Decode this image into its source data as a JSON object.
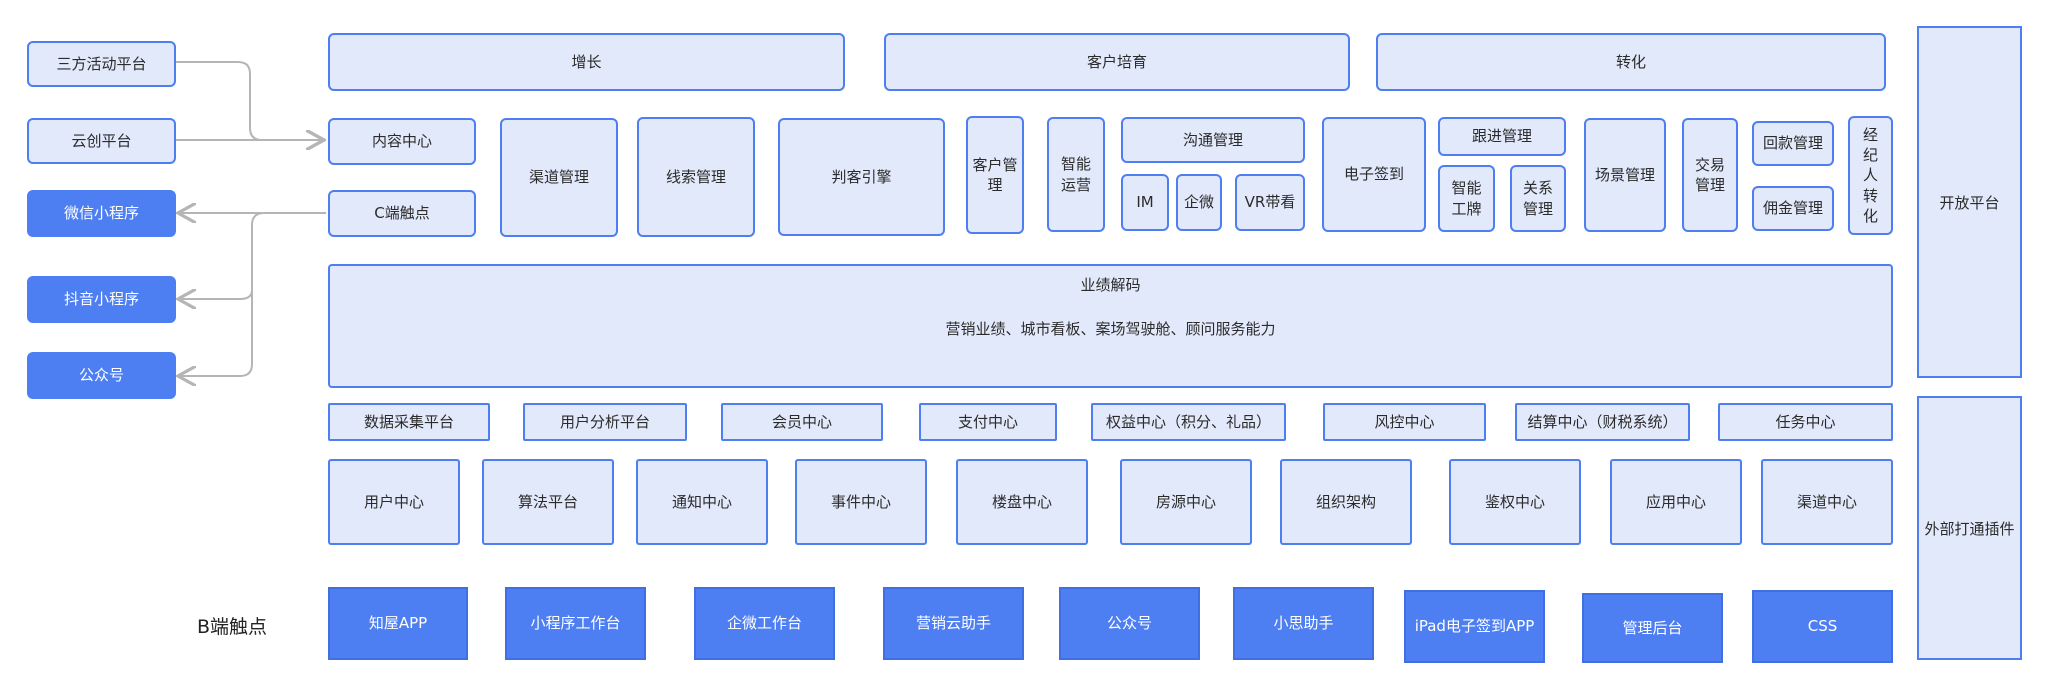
{
  "left_channels": {
    "sanfang": "三方活动平台",
    "yunchuang": "云创平台",
    "weixin": "微信小程序",
    "douyin": "抖音小程序",
    "gongzhonghao": "公众号"
  },
  "stages": {
    "growth": "增长",
    "nurture": "客户培育",
    "convert": "转化"
  },
  "modules": {
    "content_center": "内容中心",
    "c_touch": "C端触点",
    "channel_mgmt": "渠道管理",
    "lead_mgmt": "线索管理",
    "judge_engine": "判客引擎",
    "customer_mgmt": "客户管理",
    "smart_ops": "智能运营",
    "comm_mgmt": "沟通管理",
    "im": "IM",
    "qiwei": "企微",
    "vr": "VR带看",
    "e_sign": "电子签到",
    "followup_mgmt": "跟进管理",
    "smart_card": "智能工牌",
    "relation_mgmt": "关系管理",
    "scene_mgmt": "场景管理",
    "trade_mgmt": "交易管理",
    "payment_mgmt": "回款管理",
    "commission_mgmt": "佣金管理",
    "broker_convert": "经纪人转化"
  },
  "performance": {
    "title": "业绩解码",
    "detail": "营销业绩、城市看板、案场驾驶舱、顾问服务能力"
  },
  "platform_row": [
    "数据采集平台",
    "用户分析平台",
    "会员中心",
    "支付中心",
    "权益中心（积分、礼品）",
    "风控中心",
    "结算中心（财税系统）",
    "任务中心"
  ],
  "base_row": [
    "用户中心",
    "算法平台",
    "通知中心",
    "事件中心",
    "楼盘中心",
    "房源中心",
    "组织架构",
    "鉴权中心",
    "应用中心",
    "渠道中心"
  ],
  "b_touch_label": "B端触点",
  "b_touch_row": [
    "知屋APP",
    "小程序工作台",
    "企微工作台",
    "营销云助手",
    "公众号",
    "小思助手",
    "iPad电子签到APP",
    "管理后台",
    "CSS"
  ],
  "right_side": {
    "open_platform": "开放平台",
    "external_plugins": "外部打通插件"
  },
  "colors": {
    "accent": "#4d7ef2",
    "fill": "#e2e9fb",
    "connector": "#b5b5b5"
  }
}
